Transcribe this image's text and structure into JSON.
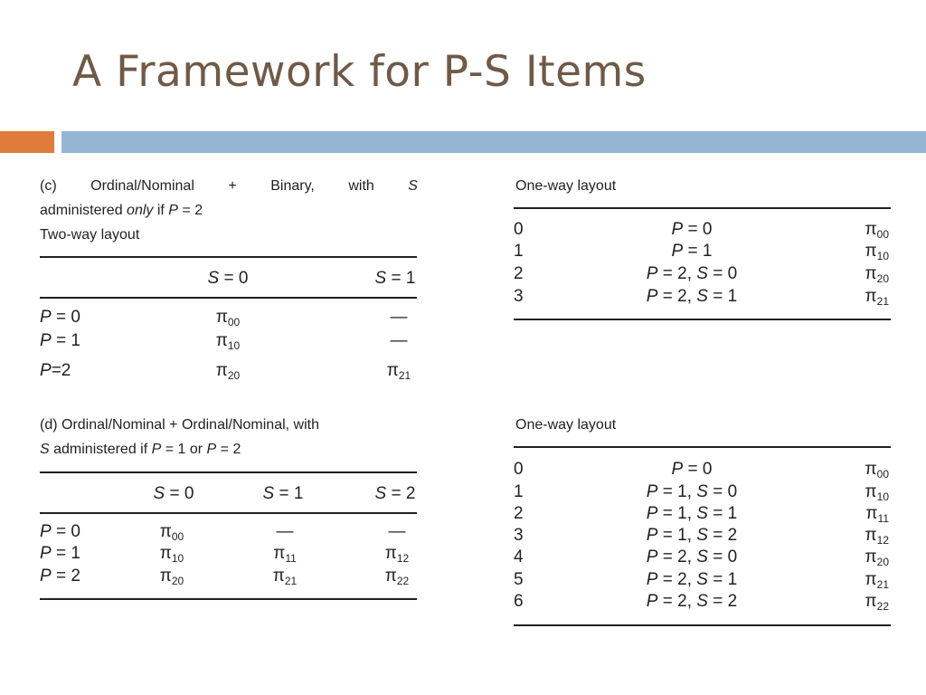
{
  "slide": {
    "title": "A Framework for P-S Items",
    "accent_orange": "#e07b39",
    "accent_blue": "#94b6d2"
  },
  "panel_c": {
    "caption_words": [
      "(c)",
      "Ordinal/Nominal",
      "+",
      "Binary,",
      "with",
      "S"
    ],
    "caption_line2": "administered only if P = 2",
    "caption_line3": "Two-way layout",
    "headers": [
      "S = 0",
      "S = 1"
    ],
    "rows": [
      {
        "label": "P = 0",
        "c0": "π",
        "c0sub": "00",
        "c1": "—",
        "c1sub": ""
      },
      {
        "label": "P = 1",
        "c0": "π",
        "c0sub": "10",
        "c1": "—",
        "c1sub": ""
      },
      {
        "label": "P=2",
        "c0": "π",
        "c0sub": "20",
        "c1": "π",
        "c1sub": "21"
      }
    ]
  },
  "panel_c_oneway": {
    "caption": "One-way layout",
    "rows": [
      {
        "idx": "0",
        "cond": "P = 0",
        "pi": "π",
        "sub": "00"
      },
      {
        "idx": "1",
        "cond": "P = 1",
        "pi": "π",
        "sub": "10"
      },
      {
        "idx": "2",
        "cond": "P = 2, S = 0",
        "pi": "π",
        "sub": "20"
      },
      {
        "idx": "3",
        "cond": "P = 2, S = 1",
        "pi": "π",
        "sub": "21"
      }
    ]
  },
  "panel_d": {
    "caption_line1": "(d) Ordinal/Nominal + Ordinal/Nominal, with",
    "caption_line2": "S administered if P = 1 or P = 2",
    "headers": [
      "S = 0",
      "S = 1",
      "S = 2"
    ],
    "rows": [
      {
        "label": "P = 0",
        "c0": "π",
        "c0sub": "00",
        "c1": "—",
        "c1sub": "",
        "c2": "—",
        "c2sub": ""
      },
      {
        "label": "P = 1",
        "c0": "π",
        "c0sub": "10",
        "c1": "π",
        "c1sub": "11",
        "c2": "π",
        "c2sub": "12"
      },
      {
        "label": "P = 2",
        "c0": "π",
        "c0sub": "20",
        "c1": "π",
        "c1sub": "21",
        "c2": "π",
        "c2sub": "22"
      }
    ]
  },
  "panel_d_oneway": {
    "caption": "One-way layout",
    "rows": [
      {
        "idx": "0",
        "cond": "P = 0",
        "pi": "π",
        "sub": "00"
      },
      {
        "idx": "1",
        "cond": "P = 1, S = 0",
        "pi": "π",
        "sub": "10"
      },
      {
        "idx": "2",
        "cond": "P = 1, S = 1",
        "pi": "π",
        "sub": "11"
      },
      {
        "idx": "3",
        "cond": "P = 1, S = 2",
        "pi": "π",
        "sub": "12"
      },
      {
        "idx": "4",
        "cond": "P = 2, S = 0",
        "pi": "π",
        "sub": "20"
      },
      {
        "idx": "5",
        "cond": "P = 2, S = 1",
        "pi": "π",
        "sub": "21"
      },
      {
        "idx": "6",
        "cond": "P = 2, S = 2",
        "pi": "π",
        "sub": "22"
      }
    ]
  }
}
